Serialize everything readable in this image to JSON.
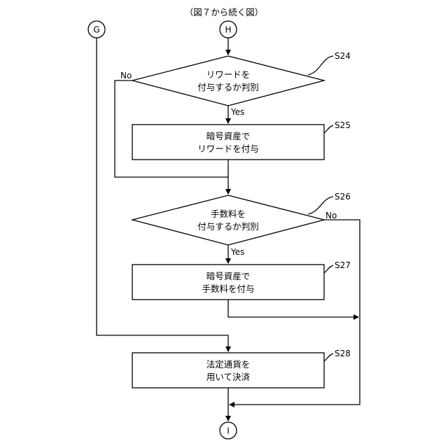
{
  "header": {
    "title": "（図７から続く図）"
  },
  "connectors": {
    "g": "G",
    "h": "H",
    "i": "I"
  },
  "steps": {
    "s24": {
      "id": "S24",
      "line1": "リワードを",
      "line2": "付与するか判別"
    },
    "s25": {
      "id": "S25",
      "line1": "暗号資産で",
      "line2": "リワードを付与"
    },
    "s26": {
      "id": "S26",
      "line1": "手数料を",
      "line2": "付与するか判別"
    },
    "s27": {
      "id": "S27",
      "line1": "暗号資産で",
      "line2": "手数料を付与"
    },
    "s28": {
      "id": "S28",
      "line1": "法定通貨を",
      "line2": "用いて決済"
    }
  },
  "branches": {
    "s24_no": "No",
    "s24_yes": "Yes",
    "s26_no": "No",
    "s26_yes": "Yes"
  }
}
